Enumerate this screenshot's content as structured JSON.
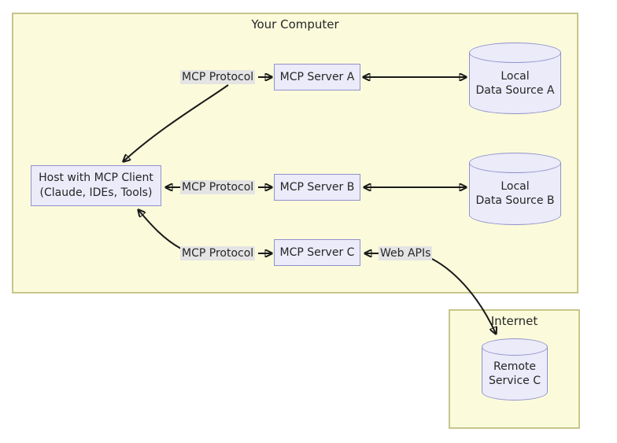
{
  "colors": {
    "container_fill": "#FBFBDC",
    "container_border": "#C6C68A",
    "node_fill": "#EBEBFA",
    "node_border": "#9191CC",
    "label_bg": "#E4E4E4",
    "arrow": "#1A1A1A",
    "text": "#262626"
  },
  "containers": {
    "your_computer": {
      "title": "Your Computer"
    },
    "internet": {
      "title": "Internet"
    }
  },
  "nodes": {
    "host": {
      "line1": "Host with MCP Client",
      "line2": "(Claude, IDEs, Tools)"
    },
    "server_a": {
      "label": "MCP Server A"
    },
    "server_b": {
      "label": "MCP Server B"
    },
    "server_c": {
      "label": "MCP Server C"
    },
    "data_source_a": {
      "line1": "Local",
      "line2": "Data Source A"
    },
    "data_source_b": {
      "line1": "Local",
      "line2": "Data Source B"
    },
    "remote_service_c": {
      "line1": "Remote",
      "line2": "Service C"
    }
  },
  "edge_labels": {
    "protocol_a": "MCP Protocol",
    "protocol_b": "MCP Protocol",
    "protocol_c": "MCP Protocol",
    "web_apis": "Web APIs"
  }
}
